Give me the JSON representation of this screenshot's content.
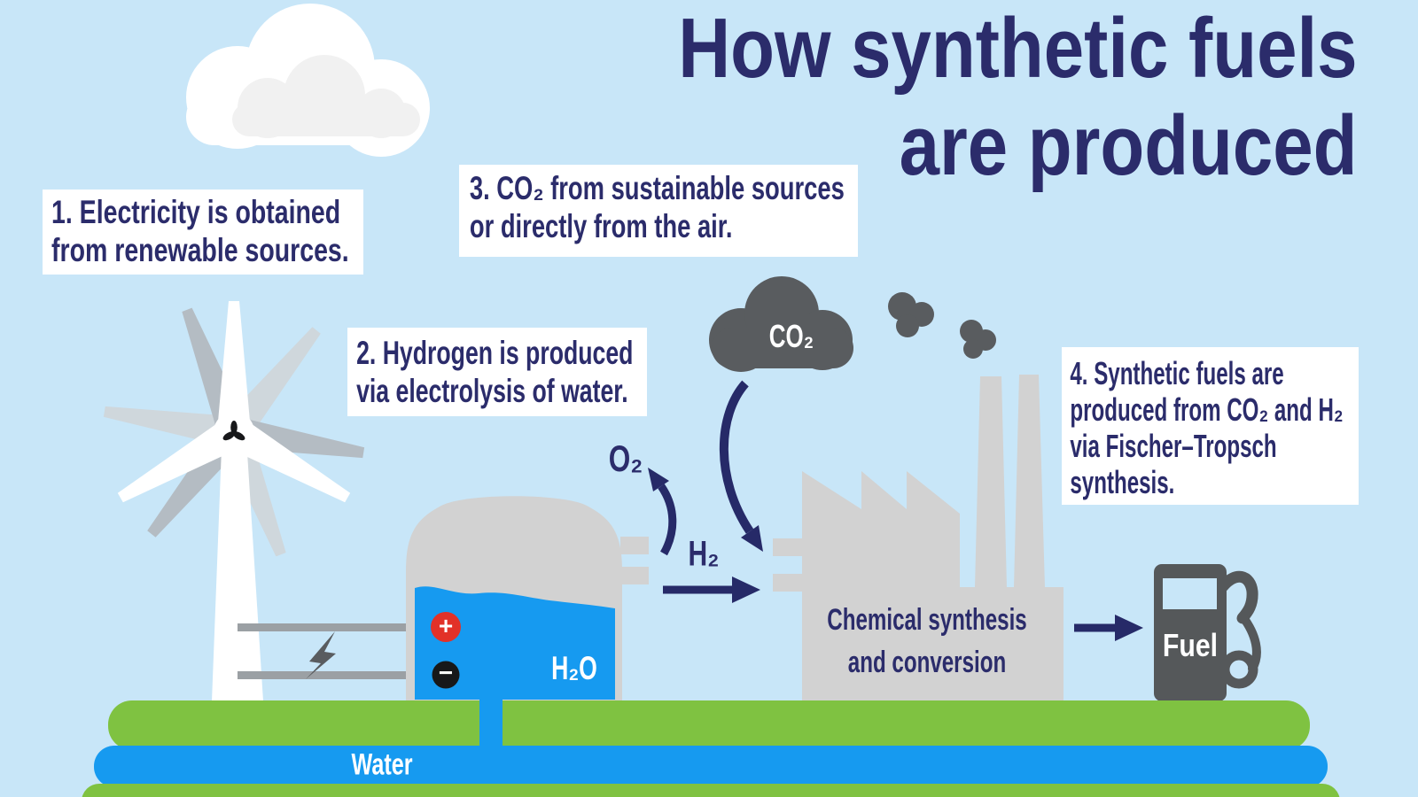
{
  "title": {
    "line1": "How synthetic fuels",
    "line2": "are produced"
  },
  "steps": [
    {
      "lines": [
        "1. Electricity is obtained",
        "from renewable sources."
      ]
    },
    {
      "lines": [
        "2. Hydrogen is produced",
        "via electrolysis of water."
      ]
    },
    {
      "lines": [
        "3. CO₂ from sustainable sources",
        "or directly from the air."
      ]
    },
    {
      "lines": [
        "4. Synthetic fuels are",
        "produced from CO₂ and H₂",
        "via Fischer–Tropsch",
        "synthesis."
      ]
    }
  ],
  "labels": {
    "co2_cloud": "CO₂",
    "o2": "O₂",
    "h2": "H₂",
    "h2o": "H₂O",
    "water": "Water",
    "fuel": "Fuel",
    "anode": "+",
    "cathode": "−",
    "factory_line1": "Chemical synthesis",
    "factory_line2": "and conversion"
  },
  "icons": {
    "cloud": "white puffy cloud shape",
    "wind_turbine": "white 3-blade turbine with gray shadow blades",
    "lightning_bolt": "dark gray zigzag bolt",
    "co2_cloud": "dark gray cloud",
    "smoke_puffs": "dark gray puff clusters",
    "electrolyzer_tank": "gray dome tank with blue water",
    "factory": "light gray sawtooth plant with two chimneys",
    "fuel_pump": "dark gray pump with hose",
    "arrow": "navy solid arrow"
  },
  "colors": {
    "sky": "#c8e6f8",
    "navy_text": "#2b2c6b",
    "box_white": "#ffffff",
    "light_gray": "#d2d2d2",
    "cloud_inner": "#f1f1f1",
    "dark_gray": "#595c5f",
    "pump_gray": "#55585a",
    "wire_gray": "#9ba0a4",
    "blade_gray_medium": "#b4bcc3",
    "blade_gray_light": "#cfd7dc",
    "green": "#7fc241",
    "water_blue": "#169af0",
    "electrode_red": "#e23128",
    "electrode_black": "#17181a",
    "arrow_navy": "#262a68"
  }
}
